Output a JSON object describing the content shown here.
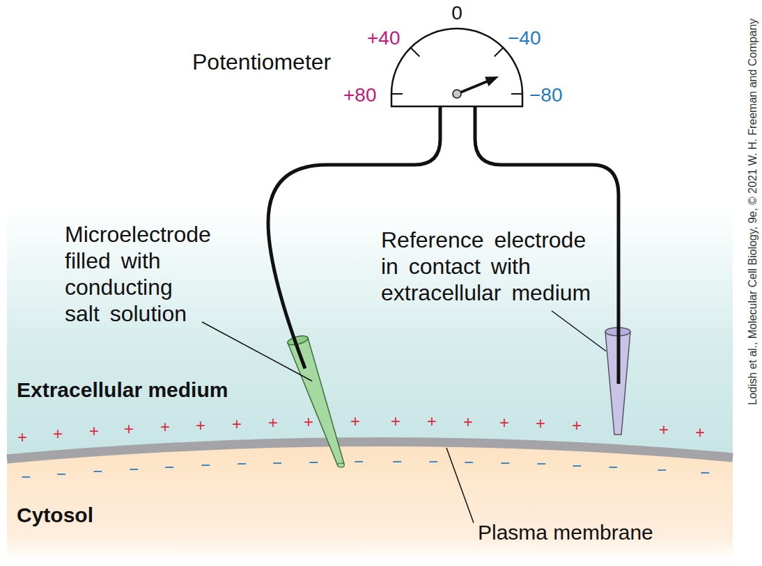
{
  "diagram": {
    "labels": [
      "Potentiometer",
      "0",
      "+40",
      "−40",
      "+80",
      "−80",
      "Microelectrode filled with conducting salt solution",
      "Reference electrode in contact with extracellular medium",
      "Extracellular medium",
      "Cytosol",
      "Plasma membrane",
      "Lodish et al., Molecular Cell Biology, 9e, © 2021 W. H. Freeman and Company",
      "+",
      "+",
      "+",
      "+",
      "+",
      "+",
      "+",
      "+",
      "+",
      "+",
      "+",
      "+",
      "+",
      "+",
      "+",
      "+",
      "+",
      "+",
      "−",
      "−",
      "−",
      "−",
      "−",
      "−",
      "−",
      "−",
      "−",
      "−",
      "−",
      "−",
      "−",
      "−",
      "−",
      "−",
      "−",
      "−",
      "−"
    ]
  }
}
